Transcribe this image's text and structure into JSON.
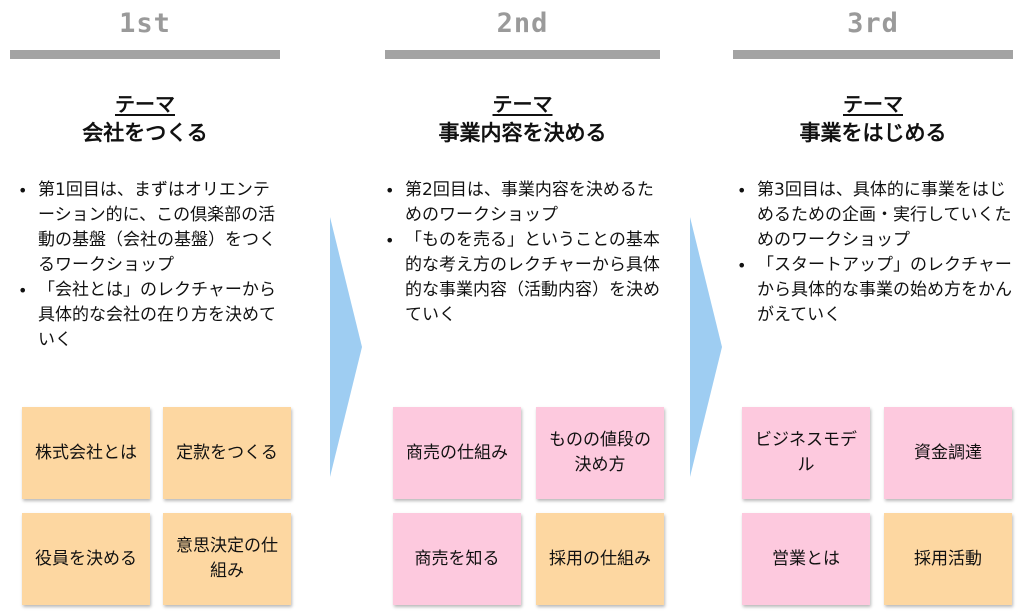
{
  "steps": [
    {
      "label": "1st",
      "theme_label": "テーマ",
      "theme_name": "会社をつくる",
      "bullets": [
        "第1回目は、まずはオリエンテーション的に、この倶楽部の活動の基盤（会社の基盤）をつくるワークショップ",
        "「会社とは」のレクチャーから具体的な会社の在り方を決めていく"
      ],
      "notes": [
        {
          "text": "株式会社とは",
          "color": "orange"
        },
        {
          "text": "定款をつくる",
          "color": "orange"
        },
        {
          "text": "役員を決める",
          "color": "orange"
        },
        {
          "text": "意思決定の仕組み",
          "color": "orange"
        }
      ]
    },
    {
      "label": "2nd",
      "theme_label": "テーマ",
      "theme_name": "事業内容を決める",
      "bullets": [
        "第2回目は、事業内容を決めるためのワークショップ",
        "「ものを売る」ということの基本的な考え方のレクチャーから具体的な事業内容（活動内容）を決めていく"
      ],
      "notes": [
        {
          "text": "商売の仕組み",
          "color": "pink"
        },
        {
          "text": "ものの値段の決め方",
          "color": "pink"
        },
        {
          "text": "商売を知る",
          "color": "pink"
        },
        {
          "text": "採用の仕組み",
          "color": "orange"
        }
      ]
    },
    {
      "label": "3rd",
      "theme_label": "テーマ",
      "theme_name": "事業をはじめる",
      "bullets": [
        "第3回目は、具体的に事業をはじめるための企画・実行していくためのワークショップ",
        "「スタートアップ」のレクチャーから具体的な事業の始め方をかんがえていく"
      ],
      "notes": [
        {
          "text": "ビジネスモデル",
          "color": "pink"
        },
        {
          "text": "資金調達",
          "color": "pink"
        },
        {
          "text": "営業とは",
          "color": "pink"
        },
        {
          "text": "採用活動",
          "color": "orange"
        }
      ]
    }
  ],
  "colors": {
    "arrow": "#9ecdf2",
    "step_bar": "#a3a3a3",
    "step_text": "#9a9a9a",
    "note_orange": "#fdd7a1",
    "note_pink": "#fdc9de"
  }
}
